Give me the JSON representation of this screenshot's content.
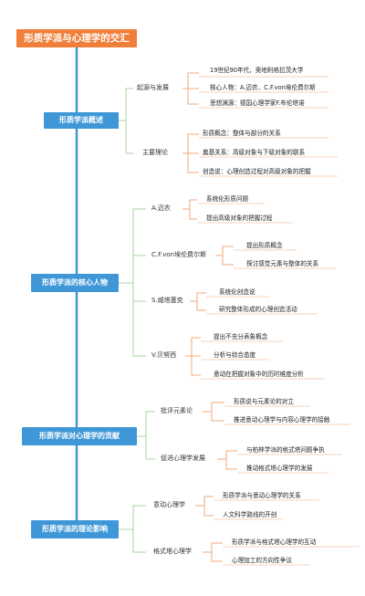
{
  "root": {
    "title": "形质学派与心理学的交汇"
  },
  "sections": [
    {
      "title": "形质学派概述",
      "branches": [
        {
          "label": "起源与发展",
          "leaves": [
            "19世纪90年代，奥地利格拉茨大学",
            "核心人物：A.迈农、C.F.von埃伦费尔斯",
            "思想渊源：德国心理学家F.布伦塔诺"
          ]
        },
        {
          "label": "主要理论",
          "leaves": [
            "形质概念：整体与部分的关系",
            "奠基关系：高级对象与下级对象的联系",
            "创造说：心理创造过程对高级对象的把握"
          ]
        }
      ]
    },
    {
      "title": "形质学派的核心人物",
      "branches": [
        {
          "label": "A.迈农",
          "leaves": [
            "系统化形质问题",
            "提出高级对象的把握过程"
          ]
        },
        {
          "label": "C.F.von埃伦费尔斯",
          "leaves": [
            "提出形质概念",
            "探讨感觉元素与整体的关系"
          ]
        },
        {
          "label": "S.威塔塞克",
          "leaves": [
            "系统化创造说",
            "研究整体形成的心理创造活动"
          ]
        },
        {
          "label": "V.贝努西",
          "leaves": [
            "提出不充分表象概念",
            "分析与综合态度",
            "意动在把握对象中的历时维度分析"
          ]
        }
      ]
    },
    {
      "title": "形质学派对心理学的贡献",
      "branches": [
        {
          "label": "批评元素论",
          "leaves": [
            "形质说与元素论的对立",
            "推进意动心理学与内容心理学的接触"
          ]
        },
        {
          "label": "促进心理学发展",
          "leaves": [
            "与柏林学派的格式塔问题争执",
            "推动格式塔心理学的发展"
          ]
        }
      ]
    },
    {
      "title": "形质学派的理论影响",
      "branches": [
        {
          "label": "意动心理学",
          "leaves": [
            "形质学派与意动心理学的关系",
            "人文科学路线的开创"
          ]
        },
        {
          "label": "格式塔心理学",
          "leaves": [
            "形质学派与格式塔心理学的互动",
            "心理加工的方向性争议"
          ]
        }
      ]
    }
  ],
  "colors": {
    "root": "#ef7f3a",
    "category": "#3f97d7",
    "spine": "#3f97d7",
    "branch": "#a8d5a1",
    "leaf_line": "#f0a878"
  }
}
